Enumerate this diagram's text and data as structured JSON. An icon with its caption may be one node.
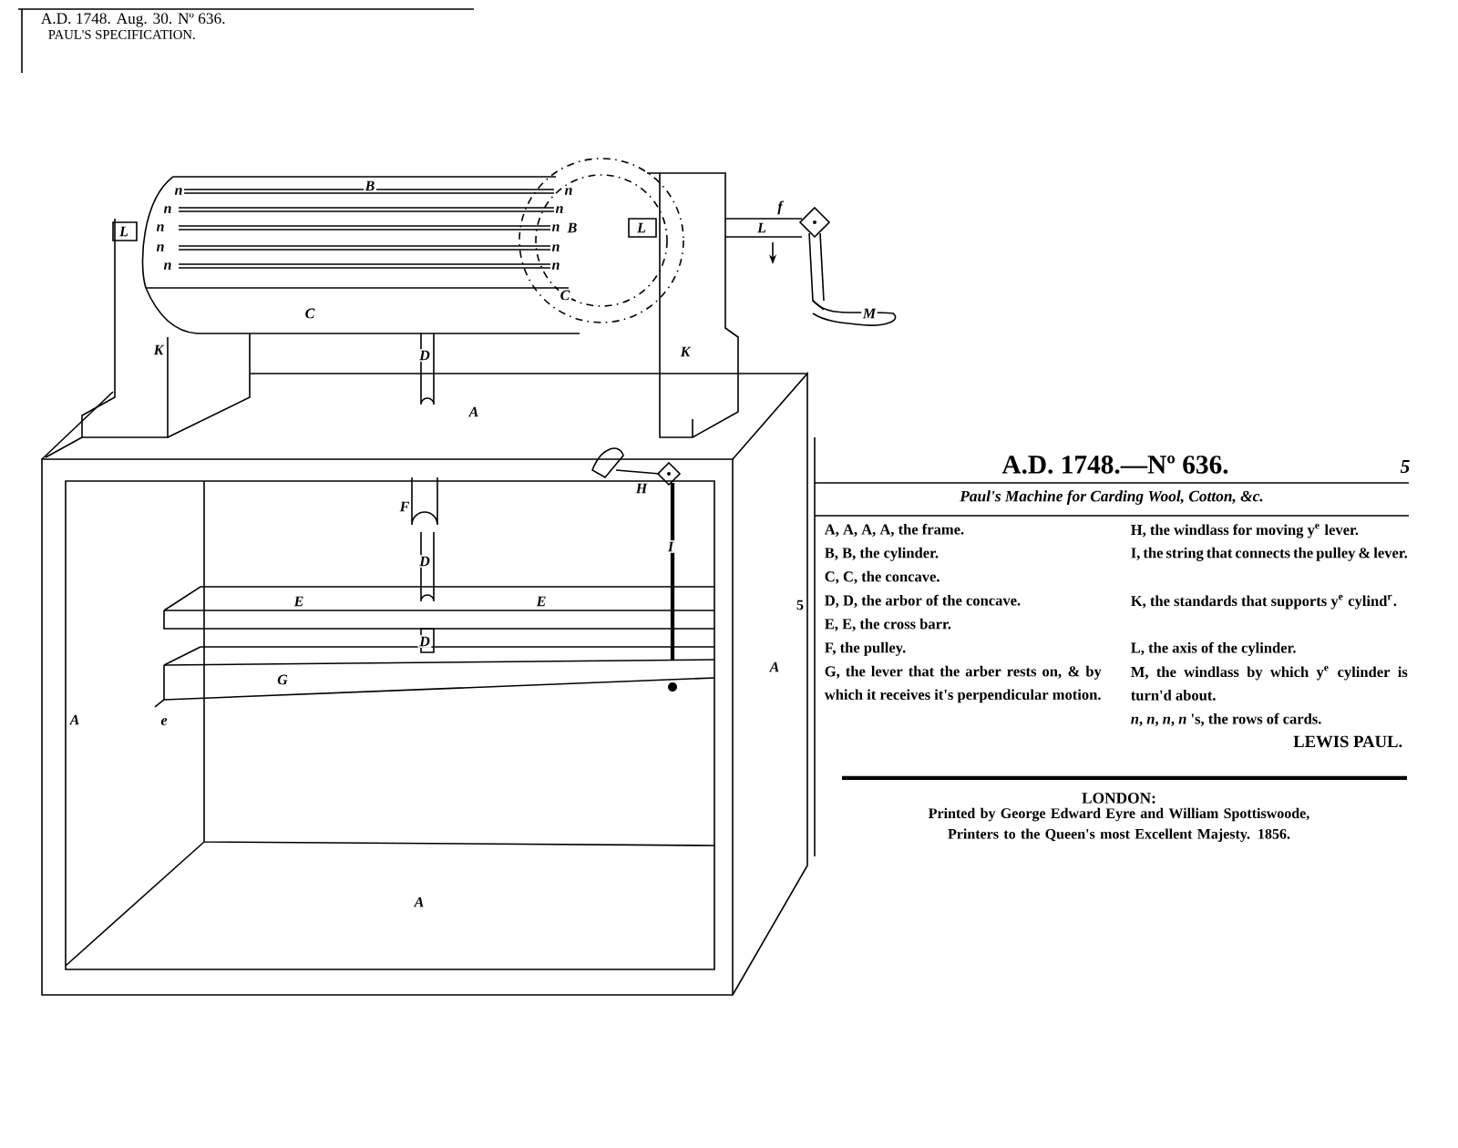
{
  "diagram": {
    "title": "A.D. 1748.—Nº 636.",
    "labels": [
      "A.D. 1748. Aug. 30. Nº 636.",
      "PAUL'S SPECIFICATION.",
      "B",
      "n",
      "n",
      "n",
      "n",
      "n",
      "n",
      "n",
      "n",
      "n",
      "n",
      "B",
      "L",
      "L",
      "L",
      "f",
      "M",
      "C",
      "C",
      "K",
      "D",
      "K",
      "A",
      "H",
      "F",
      "I",
      "D",
      "E",
      "E",
      "D",
      "G",
      "A",
      "A",
      "e",
      "A",
      "5",
      "Paul's Machine for Carding Wool, Cotton, &c.",
      "A, A, A, A, the frame.",
      "B, B, the cylinder.",
      "C, C, the concave.",
      "D, D, the arbor of the concave.",
      "5",
      "E, E, the cross barr.",
      "F, the pulley.",
      "G, the lever that the arber rests on, & by which it receives it's perpendicular motion.",
      "H, the windlass for moving y$^{e}$ lever.",
      "I, the string that connects the pulley & lever.",
      "K, the standards that supports y$^{e}$ cylind$^{r}$.",
      "L, the axis of the cylinder.",
      "M, the windlass by which y$^{e}$ cylinder is turn'd about.",
      "*n*, *n*, *n*, *n* 's, the rows of cards.",
      "LEWIS PAUL.",
      "LONDON:",
      "Printed by George Edward Eyre and William Spottiswoode, Printers to the Queen's most Excellent Majesty. 1856."
    ]
  }
}
